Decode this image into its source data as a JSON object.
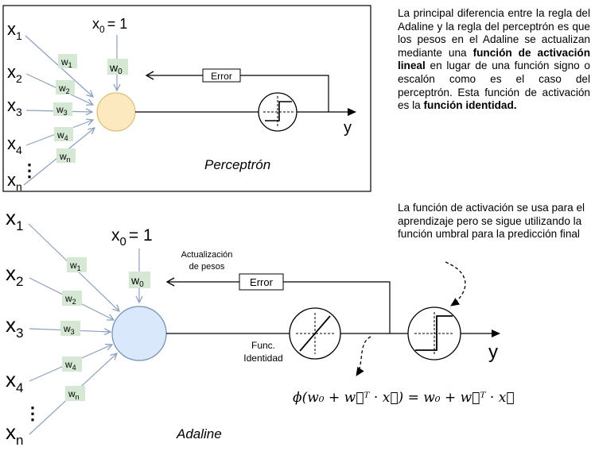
{
  "perceptron": {
    "inputs": [
      "x",
      "x",
      "x",
      "x",
      "x"
    ],
    "input_subs": [
      "1",
      "2",
      "3",
      "4",
      "n"
    ],
    "vdots": "⋮",
    "bias_input": "x",
    "bias_sub": "0",
    "bias_value": "= 1",
    "weights": [
      "w",
      "w",
      "w",
      "w",
      "w"
    ],
    "weight_subs": [
      "1",
      "2",
      "3",
      "4",
      "n"
    ],
    "bias_weight": "w",
    "bias_weight_sub": "0",
    "error_label": "Error",
    "output_label": "y",
    "title": "Perceptrón"
  },
  "adaline": {
    "inputs": [
      "x",
      "x",
      "x",
      "x",
      "x"
    ],
    "input_subs": [
      "1",
      "2",
      "3",
      "4",
      "n"
    ],
    "vdots": "⋮",
    "bias_input": "x",
    "bias_sub": "0",
    "bias_value": "= 1",
    "weights": [
      "w",
      "w",
      "w",
      "w",
      "w"
    ],
    "weight_subs": [
      "1",
      "2",
      "3",
      "4",
      "n"
    ],
    "bias_weight": "w",
    "bias_weight_sub": "0",
    "update_label_line1": "Actualización",
    "update_label_line2": "de pesos",
    "error_label": "Error",
    "func_label_line1": "Func.",
    "func_label_line2": "Identidad",
    "output_label": "y",
    "formula": "ϕ(w₀ + w⃗ᵀ · x⃗) = w₀ + w⃗ᵀ · x⃗",
    "title": "Adaline"
  },
  "description_top": {
    "part1": "La principal diferencia entre la regla del Adaline y la regla del perceptrón es que los pesos en el Adaline se actualizan mediante una ",
    "bold1": "función de activación lineal",
    "part2": " en lugar de una función signo o escalón como es el caso del perceptrón. Esta función de activación es la ",
    "bold2": "función identidad."
  },
  "description_mid": "La función de activación se usa para el aprendizaje pero se sigue utilizando la función umbral para la predicción final",
  "colors": {
    "perceptron_node_fill": "#fde9c0",
    "perceptron_node_stroke": "#e0bf6e",
    "adaline_node_fill": "#dae8fc",
    "adaline_node_stroke": "#6c8ebf",
    "weight_label_bg": "#d5e8d4",
    "arrow_color": "#8aa0c8"
  }
}
